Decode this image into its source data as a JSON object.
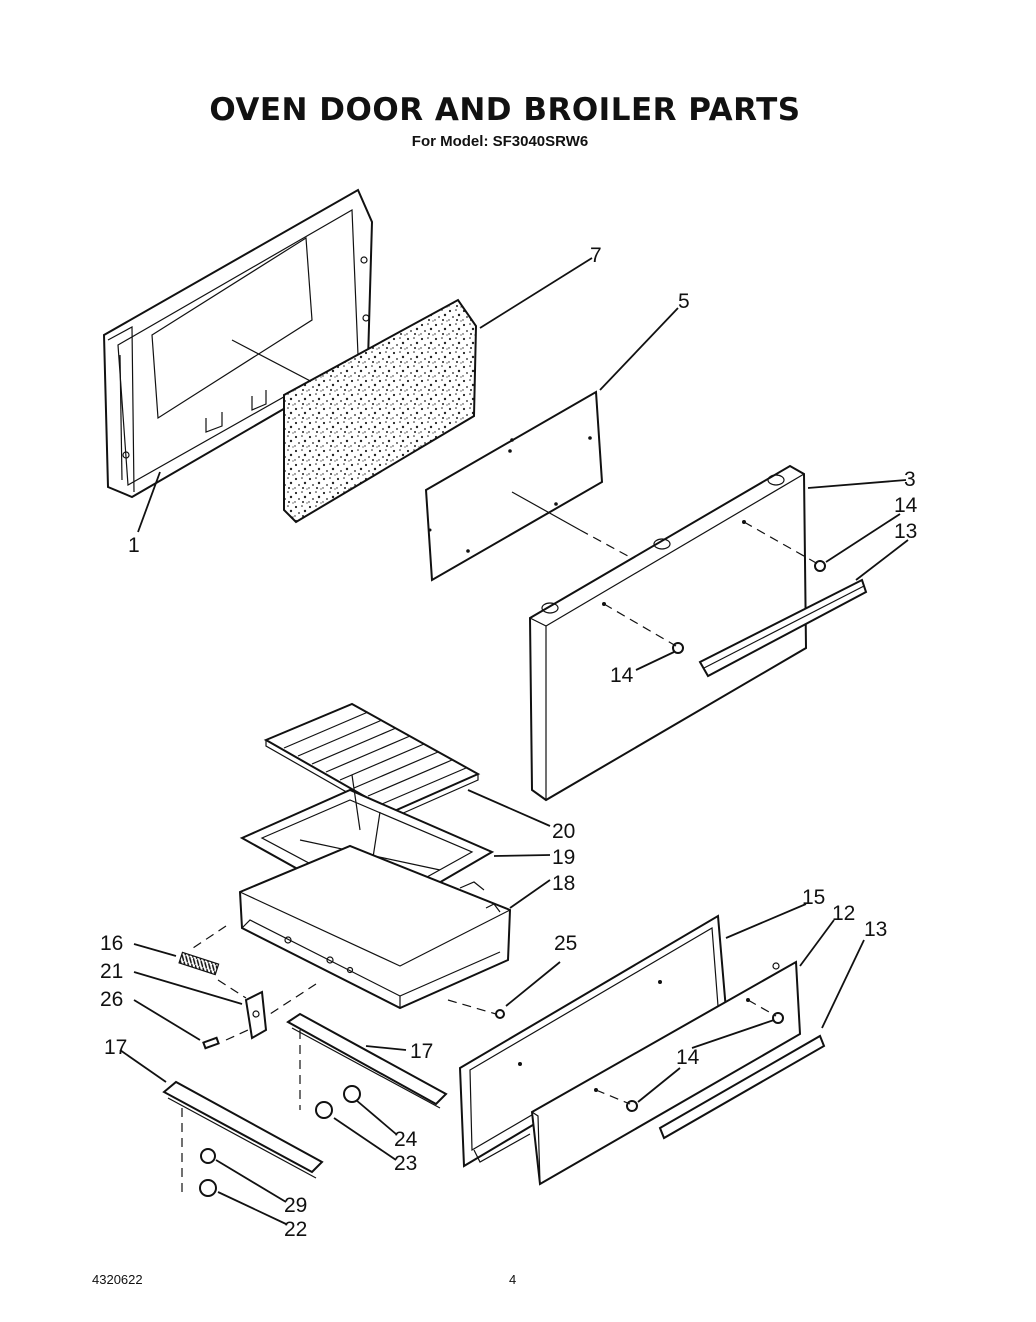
{
  "header": {
    "title": "OVEN DOOR AND BROILER PARTS",
    "subtitle": "For Model: SF3040SRW6"
  },
  "footer": {
    "doc_number": "4320622",
    "page_number": "4"
  },
  "callouts": {
    "c1": "1",
    "c3": "3",
    "c5": "5",
    "c7": "7",
    "c12": "12",
    "c13a": "13",
    "c13b": "13",
    "c14a": "14",
    "c14b": "14",
    "c14c": "14",
    "c15": "15",
    "c16": "16",
    "c17a": "17",
    "c17b": "17",
    "c18": "18",
    "c19": "19",
    "c20": "20",
    "c21": "21",
    "c22": "22",
    "c23": "23",
    "c24": "24",
    "c25": "25",
    "c26": "26",
    "c29": "29"
  }
}
